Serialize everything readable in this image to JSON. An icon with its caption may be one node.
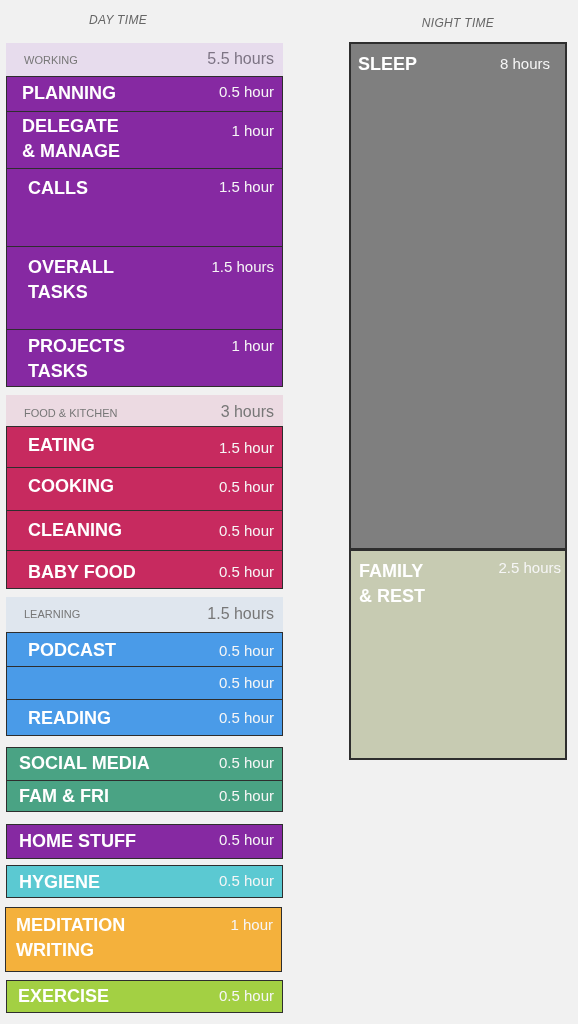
{
  "diagram": {
    "nodes": [
      {
        "text": [
          "WORKING",
          "5.5 hours"
        ]
      },
      {
        "text": [
          "PLANNING",
          "0.5 hour"
        ]
      },
      {
        "text": [
          "DELEGATE & MANAGE",
          "1 hour"
        ]
      },
      {
        "text": [
          "CALLS",
          "1.5 hour"
        ]
      },
      {
        "text": [
          "OVERALL TASKS",
          "1.5 hours"
        ]
      },
      {
        "text": [
          "PROJECTS TASKS",
          "1 hour"
        ]
      },
      {
        "text": [
          "FOOD & KITCHEN",
          "3 hours"
        ]
      },
      {
        "text": [
          "EATING",
          "1.5 hour"
        ]
      },
      {
        "text": [
          "COOKING",
          "0.5 hour"
        ]
      },
      {
        "text": [
          "CLEANING",
          "0.5 hour"
        ]
      },
      {
        "text": [
          "BABY FOOD",
          "0.5 hour"
        ]
      },
      {
        "text": [
          "LEARNING",
          "1.5 hours"
        ]
      },
      {
        "text": [
          "PODCAST",
          "0.5 hour"
        ]
      },
      {
        "text": [
          "0.5 hour"
        ]
      },
      {
        "text": [
          "READING",
          "0.5 hour"
        ]
      },
      {
        "text": [
          "SOCIAL MEDIA",
          "0.5 hour"
        ]
      },
      {
        "text": [
          "FAM & FRI",
          "0.5 hour"
        ]
      },
      {
        "text": [
          "HOME STUFF",
          "0.5 hour"
        ]
      },
      {
        "text": [
          "HYGIENE",
          "0.5 hour"
        ]
      },
      {
        "text": [
          "MEDITATION WRITING",
          "1 hour"
        ]
      },
      {
        "text": [
          "EXERCISE",
          "0.5 hour"
        ]
      },
      {
        "text": [
          "SLEEP",
          "8 hours"
        ]
      },
      {
        "text": [
          "FAMILY & REST",
          "2.5 hours"
        ]
      }
    ],
    "labels": [
      "DAY TIME",
      "NIGHT TIME"
    ]
  }
}
